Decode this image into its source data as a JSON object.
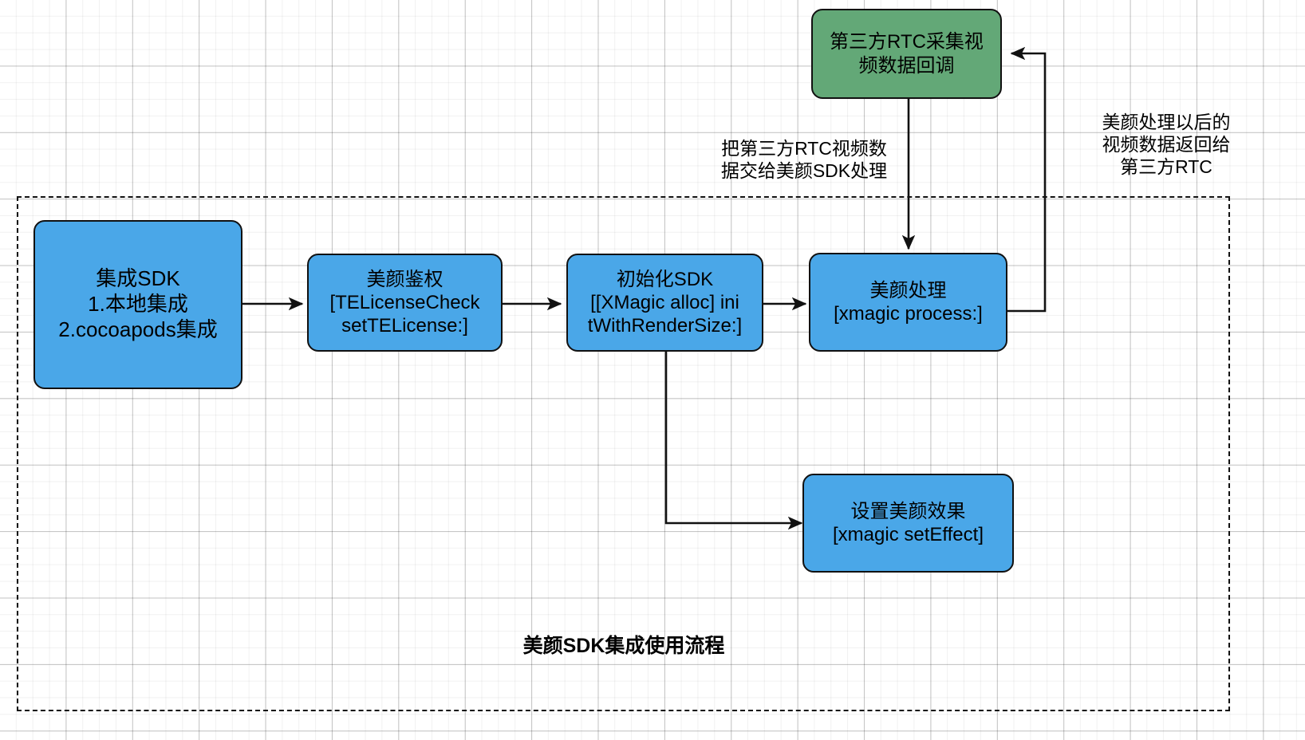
{
  "diagram": {
    "title": "美颜SDK集成使用流程",
    "colors": {
      "blue": "#4AA7E8",
      "green": "#63A877",
      "stroke": "#111111",
      "background": "#ffffff",
      "grid_minor": "#efefef",
      "grid_major": "#cccccc"
    },
    "group": {
      "label": "美颜SDK集成使用流程"
    },
    "nodes": [
      {
        "id": "integrate-sdk",
        "color": "blue",
        "lines": [
          "集成SDK",
          "1.本地集成",
          "2.cocoapods集成"
        ],
        "text": "集成SDK\n1.本地集成\n2.cocoapods集成"
      },
      {
        "id": "beauty-auth",
        "color": "blue",
        "lines": [
          "美颜鉴权",
          "[TELicenseCheck",
          "setTELicense:]"
        ],
        "text": "美颜鉴权\n[TELicenseCheck\nsetTELicense:]"
      },
      {
        "id": "init-sdk",
        "color": "blue",
        "lines": [
          "初始化SDK",
          "[[XMagic alloc] ini",
          "tWithRenderSize:]"
        ],
        "text": "初始化SDK\n[[XMagic alloc] ini\ntWithRenderSize:]"
      },
      {
        "id": "beauty-process",
        "color": "blue",
        "lines": [
          "美颜处理",
          "[xmagic process:]"
        ],
        "text": "美颜处理\n[xmagic process:]"
      },
      {
        "id": "set-effect",
        "color": "blue",
        "lines": [
          "设置美颜效果",
          "[xmagic setEffect]"
        ],
        "text": "设置美颜效果\n[xmagic setEffect]"
      },
      {
        "id": "rtc-capture-callback",
        "color": "green",
        "lines": [
          "第三方RTC采集视",
          "频数据回调"
        ],
        "text": "第三方RTC采集视\n频数据回调"
      }
    ],
    "edge_labels": [
      {
        "id": "to-beauty-sdk",
        "lines": [
          "把第三方RTC视频数",
          "据交给美颜SDK处理"
        ],
        "text": "把第三方RTC视频数\n据交给美颜SDK处理"
      },
      {
        "id": "back-to-rtc",
        "lines": [
          "美颜处理以后的",
          "视频数据返回给",
          "第三方RTC"
        ],
        "text": "美颜处理以后的\n视频数据返回给\n第三方RTC"
      }
    ]
  }
}
